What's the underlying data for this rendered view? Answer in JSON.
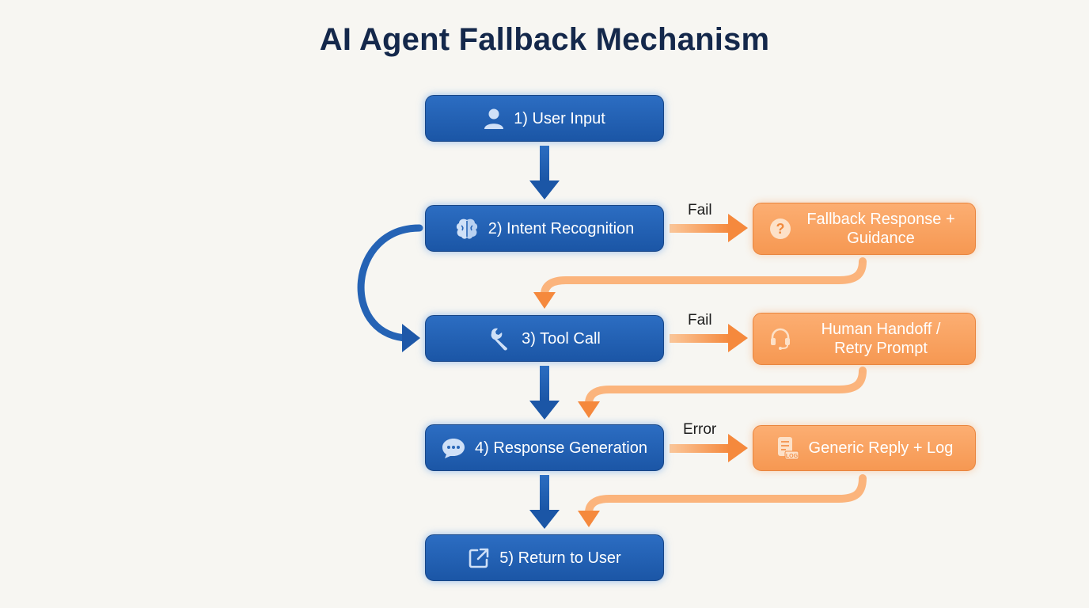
{
  "title": "AI Agent Fallback Mechanism",
  "colors": {
    "primary": "#1f5cae",
    "fallback": "#f79a55",
    "text_dark": "#14284b"
  },
  "steps": [
    {
      "label": "1) User Input",
      "icon": "user-icon"
    },
    {
      "label": "2) Intent Recognition",
      "icon": "brain-icon"
    },
    {
      "label": "3) Tool Call",
      "icon": "wrench-icon"
    },
    {
      "label": "4) Response Generation",
      "icon": "chat-bubble-icon"
    },
    {
      "label": "5) Return to User",
      "icon": "external-link-icon"
    }
  ],
  "fallbacks": [
    {
      "label": "Fallback Response + Guidance",
      "icon": "question-icon",
      "edge_label": "Fail"
    },
    {
      "label": "Human Handoff / Retry Prompt",
      "icon": "headset-icon",
      "edge_label": "Fail"
    },
    {
      "label": "Generic Reply + Log",
      "icon": "log-icon",
      "edge_label": "Error"
    }
  ]
}
